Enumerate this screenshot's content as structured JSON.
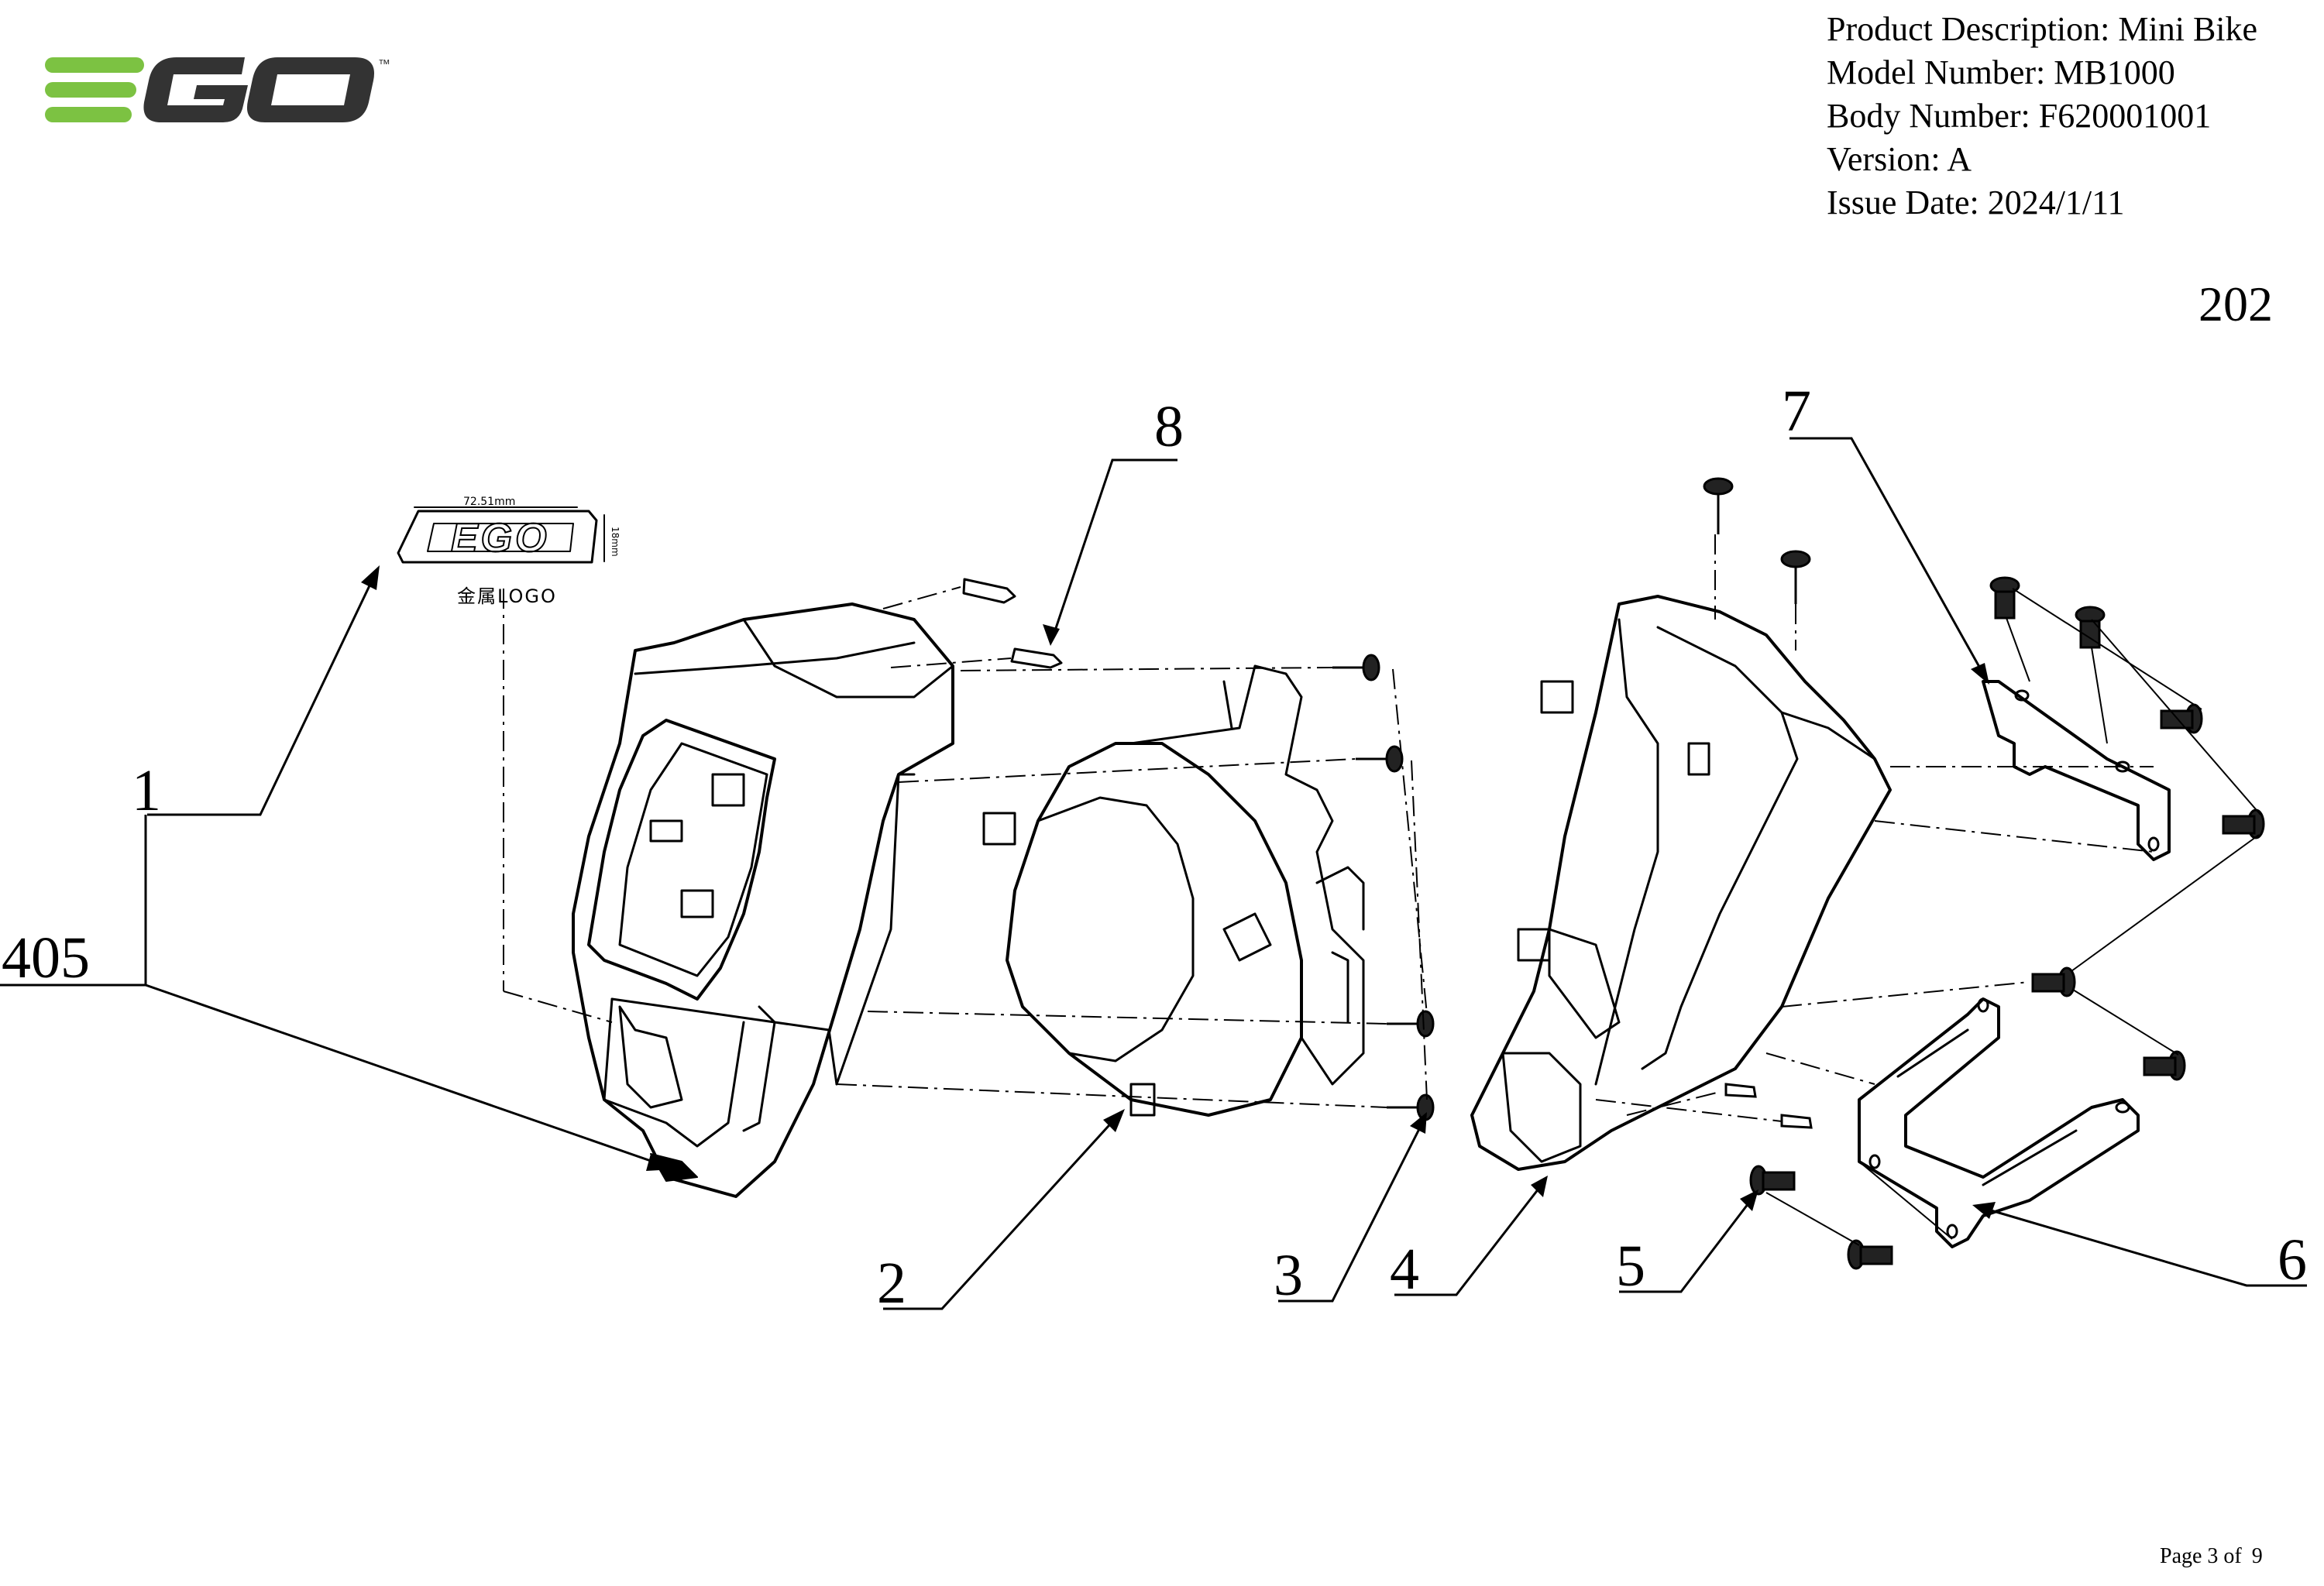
{
  "logo": {
    "text": "EGO",
    "trademark": "™",
    "bar_color": "#7cc242",
    "letter_color": "#333333"
  },
  "header": {
    "product_description": "Product Description: Mini Bike",
    "model_number": "Model Number: MB1000",
    "body_number": "Body Number: F620001001",
    "version": "Version: A",
    "issue_date": "Issue Date: 2024/1/11"
  },
  "page_code": "202",
  "page_number": {
    "label": "Page 3 of",
    "total": "9"
  },
  "emblem": {
    "width_dimension": "72.51mm",
    "height_dimension": "18mm",
    "text": "EGO",
    "label": "金属LOGO"
  },
  "callouts": {
    "c1": "1",
    "c2": "2",
    "c3": "3",
    "c4": "4",
    "c5": "5",
    "c6": "6",
    "c7": "7",
    "c8": "8",
    "c405": "405"
  }
}
